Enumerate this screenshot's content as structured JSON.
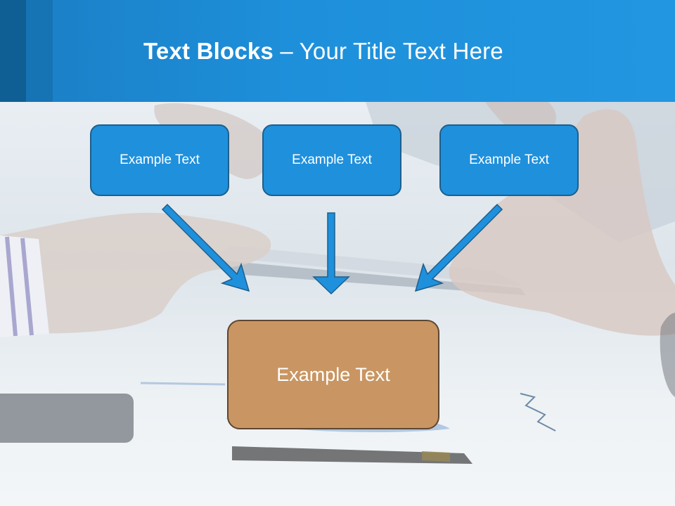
{
  "slide": {
    "title_bold": "Text Blocks",
    "title_dash": " – ",
    "title_rest": "Your Title Text Here"
  },
  "blocks": [
    {
      "label": "Example Text"
    },
    {
      "label": "Example Text"
    },
    {
      "label": "Example Text"
    }
  ],
  "result_block": {
    "label": "Example Text"
  },
  "colors": {
    "header": "#1e90db",
    "block_fill": "#1f90dc",
    "block_border": "#1c5f8d",
    "result_fill": "#c99562",
    "arrow": "#1f90dc"
  }
}
